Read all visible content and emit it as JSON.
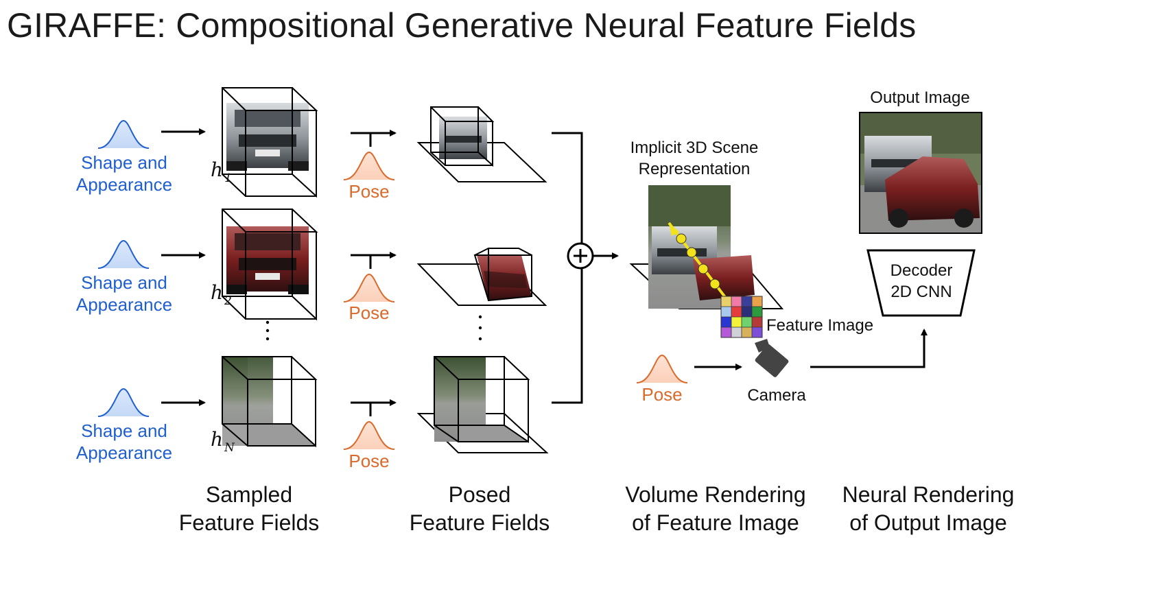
{
  "title": "GIRAFFE: Compositional Generative Neural Feature Fields",
  "latent": {
    "shape_line1": "Shape and",
    "shape_line2": "Appearance",
    "pose": "Pose"
  },
  "fields": {
    "h": "h",
    "sub1": "1",
    "sub2": "2",
    "subN": "N"
  },
  "scene": {
    "line1": "Implicit 3D Scene",
    "line2": "Representation",
    "feature_image": "Feature Image",
    "camera": "Camera"
  },
  "output": {
    "label": "Output Image",
    "decoder_line1": "Decoder",
    "decoder_line2": "2D CNN"
  },
  "stages": {
    "sampled_1": "Sampled",
    "sampled_2": "Feature Fields",
    "posed_1": "Posed",
    "posed_2": "Feature Fields",
    "volume_1": "Volume Rendering",
    "volume_2": "of Feature Image",
    "neural_1": "Neural Rendering",
    "neural_2": "of Output Image"
  },
  "colors": {
    "latent_blue": "#1f5fcf",
    "pose_orange": "#d96a2b"
  },
  "icons": [
    "gaussian-icon",
    "arrow-icon",
    "cube-icon",
    "plus-circle-icon",
    "camera-icon",
    "feature-grid-icon"
  ]
}
